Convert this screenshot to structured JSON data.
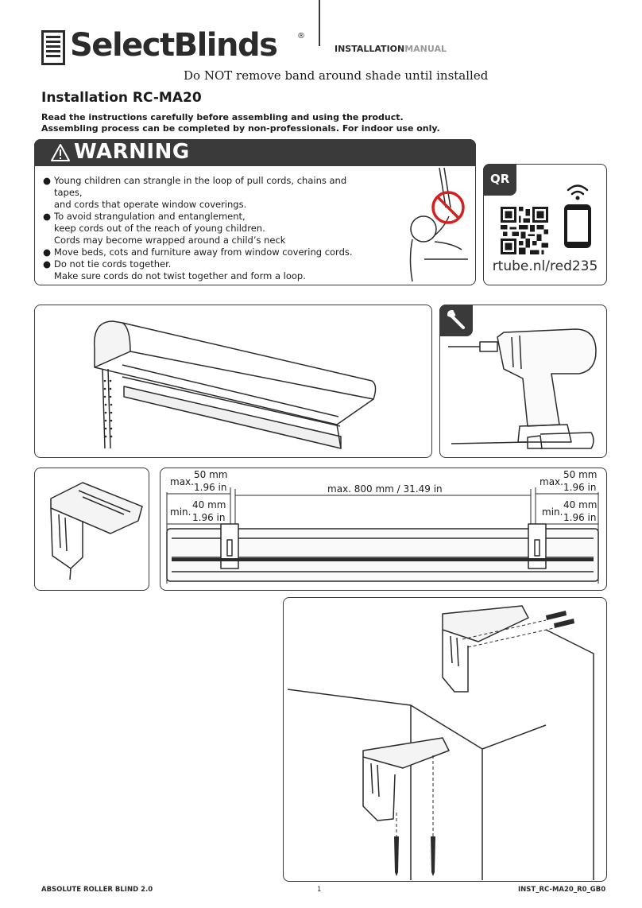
{
  "header": {
    "brand": "SelectBlinds",
    "registered": "®",
    "manual_label_bold": "INSTALLATION",
    "manual_label_light": "MANUAL",
    "notice": "Do NOT remove band around shade until installed"
  },
  "title": "Installation RC-MA20",
  "intro": [
    "Read the instructions carefully before assembling and using the product.",
    "Assembling process can be completed by non-professionals. For indoor use only."
  ],
  "warning": {
    "heading": "WARNING",
    "items": [
      [
        "Young children can strangle in the loop of pull cords, chains and tapes,",
        "and cords that operate window coverings."
      ],
      [
        "To avoid strangulation and entanglement,",
        "keep cords out of the reach of young children.",
        "Cords may become wrapped around a child’s neck"
      ],
      [
        "Move beds, cots and furniture away from window covering cords."
      ],
      [
        "Do not tie cords together.",
        "Make sure cords do not twist together and form a loop."
      ]
    ]
  },
  "qr": {
    "label": "QR",
    "link": "rtube.nl/red235"
  },
  "dimensions": {
    "left_max_prefix": "max.",
    "left_max_mm": "50 mm",
    "left_max_in": "1.96 in",
    "left_min_prefix": "min.",
    "left_min_mm": "40 mm",
    "left_min_in": "1.96 in",
    "center": "max. 800 mm / 31.49 in",
    "right_max_prefix": "max.",
    "right_max_mm": "50 mm",
    "right_max_in": "1.96 in",
    "right_min_prefix": "min.",
    "right_min_mm": "40 mm",
    "right_min_in": "1.96 in"
  },
  "footer": {
    "product": "ABSOLUTE ROLLER BLIND 2.0",
    "page": "1",
    "code": "INST_RC-MA20_R0_GB0"
  },
  "colors": {
    "dark_panel": "#3a3a3a",
    "light_text": "#9a9a9a",
    "warning_red": "#d42020"
  }
}
